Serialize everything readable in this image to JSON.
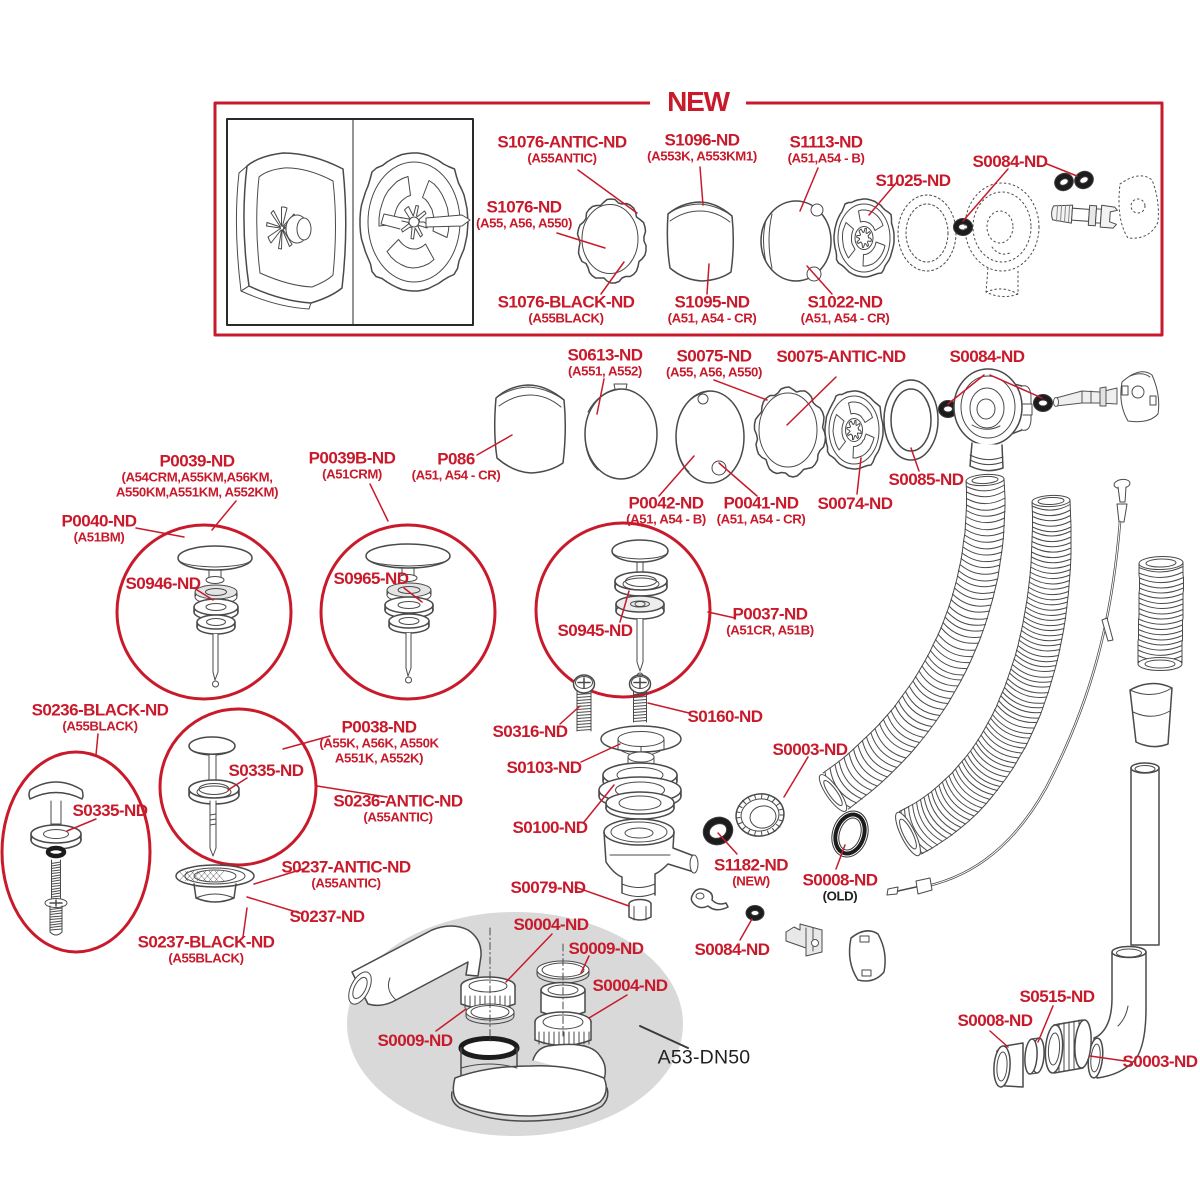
{
  "document": {
    "type": "exploded-parts-diagram",
    "product_family_badge": "NEW",
    "assembly_code": "A53-DN50"
  },
  "palette": {
    "label_red": "#c81a2b",
    "line_gray": "#4a4a4a",
    "highlight_gray": "#d9d9d9",
    "text_black": "#231f20",
    "background": "#ffffff"
  },
  "labels": {
    "new_badge": {
      "code": "NEW"
    },
    "s1076_antic": {
      "code": "S1076-ANTIC-ND",
      "sub": "(A55ANTIC)"
    },
    "s1096": {
      "code": "S1096-ND",
      "sub": "(A553K, A553KM1)"
    },
    "s1113": {
      "code": "S1113-ND",
      "sub": "(A51,A54 - B)"
    },
    "s1025": {
      "code": "S1025-ND"
    },
    "s0084_a": {
      "code": "S0084-ND"
    },
    "s1076": {
      "code": "S1076-ND",
      "sub": "(A55, A56, A550)"
    },
    "s1076_black": {
      "code": "S1076-BLACK-ND",
      "sub": "(A55BLACK)"
    },
    "s1095": {
      "code": "S1095-ND",
      "sub": "(A51, A54 - CR)"
    },
    "s1022": {
      "code": "S1022-ND",
      "sub": "(A51, A54 - CR)"
    },
    "s0613": {
      "code": "S0613-ND",
      "sub": "(A551, A552)"
    },
    "s0075": {
      "code": "S0075-ND",
      "sub": "(A55, A56, A550)"
    },
    "s0075_antic": {
      "code": "S0075-ANTIC-ND"
    },
    "s0084_b": {
      "code": "S0084-ND"
    },
    "p086": {
      "code": "P086",
      "sub": "(A51, A54 - CR)"
    },
    "p0042": {
      "code": "P0042-ND",
      "sub": "(A51, A54 - B)"
    },
    "p0041": {
      "code": "P0041-ND",
      "sub": "(A51, A54 - CR)"
    },
    "s0074": {
      "code": "S0074-ND"
    },
    "s0085": {
      "code": "S0085-ND"
    },
    "p0039": {
      "code": "P0039-ND",
      "sub": "(A54CRM,A55KM,A56KM,",
      "sub2": "A550KM,A551KM, A552KM)"
    },
    "p0040": {
      "code": "P0040-ND",
      "sub": "(A51BM)"
    },
    "s0946": {
      "code": "S0946-ND"
    },
    "p0039b": {
      "code": "P0039B-ND",
      "sub": "(A51CRM)"
    },
    "s0965": {
      "code": "S0965-ND"
    },
    "s0945": {
      "code": "S0945-ND"
    },
    "p0037": {
      "code": "P0037-ND",
      "sub": "(A51CR, A51B)"
    },
    "s0236_black": {
      "code": "S0236-BLACK-ND",
      "sub": "(A55BLACK)"
    },
    "s0335_a": {
      "code": "S0335-ND"
    },
    "p0038": {
      "code": "P0038-ND",
      "sub": "(A55K, A56K, A550K",
      "sub2": "A551K, A552K)"
    },
    "s0335_b": {
      "code": "S0335-ND"
    },
    "s0236_antic": {
      "code": "S0236-ANTIC-ND",
      "sub": "(A55ANTIC)"
    },
    "s0237_antic": {
      "code": "S0237-ANTIC-ND",
      "sub": "(A55ANTIC)"
    },
    "s0237": {
      "code": "S0237-ND"
    },
    "s0237_black": {
      "code": "S0237-BLACK-ND",
      "sub": "(A55BLACK)"
    },
    "s0316": {
      "code": "S0316-ND"
    },
    "s0160": {
      "code": "S0160-ND"
    },
    "s0103": {
      "code": "S0103-ND"
    },
    "s0100": {
      "code": "S0100-ND"
    },
    "s0079": {
      "code": "S0079-ND"
    },
    "s0003_a": {
      "code": "S0003-ND"
    },
    "s1182": {
      "code": "S1182-ND",
      "sub": "(NEW)"
    },
    "s0008_old": {
      "code": "S0008-ND",
      "sub": "(OLD)"
    },
    "s0084_c": {
      "code": "S0084-ND"
    },
    "s0004_a": {
      "code": "S0004-ND"
    },
    "s0009_a": {
      "code": "S0009-ND"
    },
    "s0004_b": {
      "code": "S0004-ND"
    },
    "s0009_b": {
      "code": "S0009-ND"
    },
    "a53": {
      "code": "A53-DN50"
    },
    "s0515": {
      "code": "S0515-ND"
    },
    "s0008_b": {
      "code": "S0008-ND"
    },
    "s0003_b": {
      "code": "S0003-ND"
    }
  }
}
